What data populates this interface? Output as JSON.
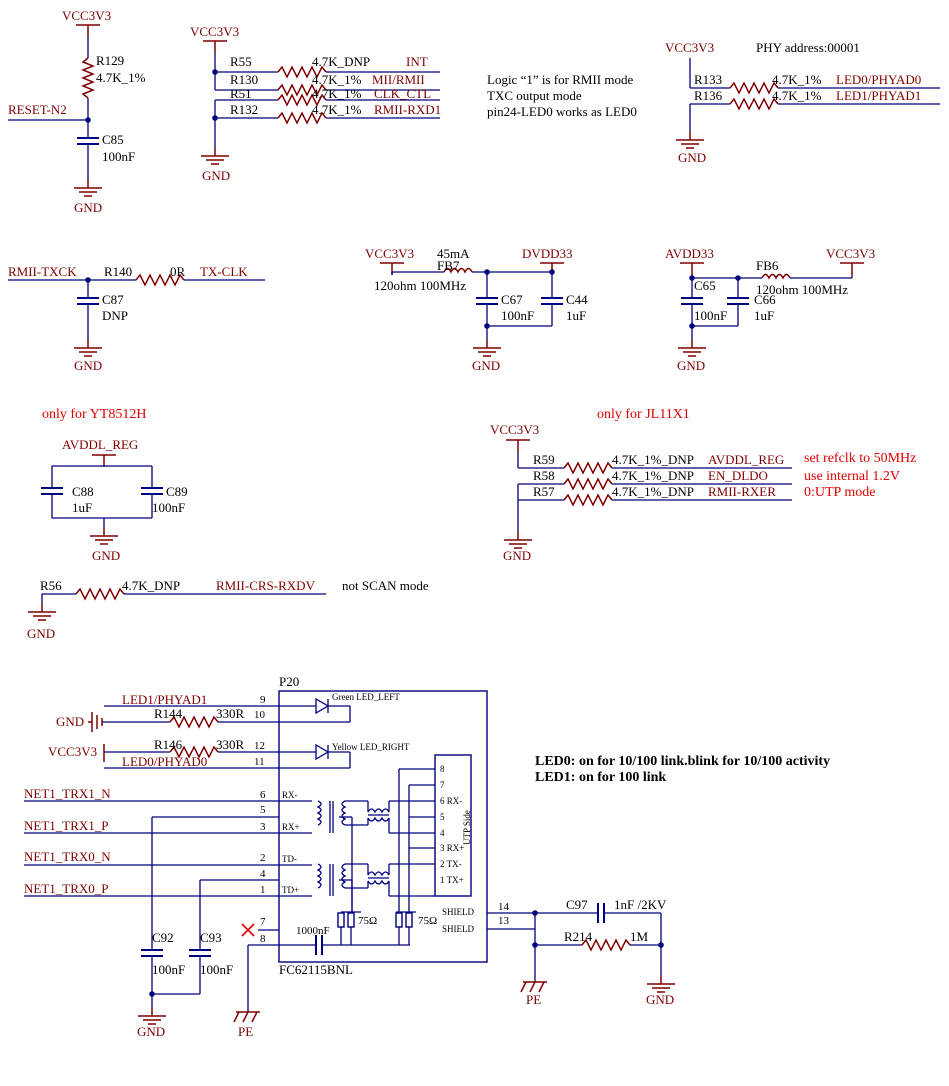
{
  "nets": {
    "vcc3v3": "VCC3V3",
    "gnd": "GND",
    "pe": "PE",
    "dvdd33": "DVDD33",
    "avdd33": "AVDD33",
    "avddl_reg": "AVDDL_REG",
    "reset_n2": "RESET-N2",
    "int": "INT",
    "mii_rmii": "MII/RMII",
    "clk_ctl": "CLK_CTL",
    "rmii_rxd1": "RMII-RXD1",
    "led0_phyad0": "LED0/PHYAD0",
    "led1_phyad1": "LED1/PHYAD1",
    "rmii_txck": "RMII-TXCK",
    "tx_clk": "TX-CLK",
    "avddl_reg_net": "AVDDL_REG",
    "en_dldo": "EN_DLDO",
    "rmii_rxer": "RMII-RXER",
    "rmii_crs_rxdv": "RMII-CRS-RXDV",
    "net1_trx1_n": "NET1_TRX1_N",
    "net1_trx1_p": "NET1_TRX1_P",
    "net1_trx0_n": "NET1_TRX0_N",
    "net1_trx0_p": "NET1_TRX0_P"
  },
  "resistors": {
    "r129": {
      "ref": "R129",
      "value": "4.7K_1%"
    },
    "r55": {
      "ref": "R55",
      "value": "4.7K_DNP"
    },
    "r130": {
      "ref": "R130",
      "value": "4.7K_1%"
    },
    "r51": {
      "ref": "R51",
      "value": "4.7K_1%"
    },
    "r132": {
      "ref": "R132",
      "value": "4.7K_1%"
    },
    "r133": {
      "ref": "R133",
      "value": "4.7K_1%"
    },
    "r136": {
      "ref": "R136",
      "value": "4.7K_1%"
    },
    "r140": {
      "ref": "R140",
      "value": "0R"
    },
    "r59": {
      "ref": "R59",
      "value": "4.7K_1%_DNP"
    },
    "r58": {
      "ref": "R58",
      "value": "4.7K_1%_DNP"
    },
    "r57": {
      "ref": "R57",
      "value": "4.7K_1%_DNP"
    },
    "r56": {
      "ref": "R56",
      "value": "4.7K_DNP"
    },
    "r144": {
      "ref": "R144",
      "value": "330R"
    },
    "r146": {
      "ref": "R146",
      "value": "330R"
    },
    "r214": {
      "ref": "R214",
      "value": "1M"
    }
  },
  "capacitors": {
    "c85": {
      "ref": "C85",
      "value": "100nF"
    },
    "c87": {
      "ref": "C87",
      "value": "DNP"
    },
    "c67": {
      "ref": "C67",
      "value": "100nF"
    },
    "c44": {
      "ref": "C44",
      "value": "1uF"
    },
    "c65": {
      "ref": "C65",
      "value": "100nF"
    },
    "c66": {
      "ref": "C66",
      "value": "1uF"
    },
    "c88": {
      "ref": "C88",
      "value": "1uF"
    },
    "c89": {
      "ref": "C89",
      "value": "100nF"
    },
    "c92": {
      "ref": "C92",
      "value": "100nF"
    },
    "c93": {
      "ref": "C93",
      "value": "100nF"
    },
    "c97": {
      "ref": "C97",
      "value": "1nF /2KV"
    }
  },
  "ferrites": {
    "fb7": {
      "ref": "FB7",
      "value": "120ohm 100MHz",
      "current": "45mA"
    },
    "fb6": {
      "ref": "FB6",
      "value": "120ohm 100MHz"
    }
  },
  "notes": {
    "phy_address": "PHY address:00001",
    "logic_1": "Logic “1” is for RMII mode",
    "txc_output": "TXC output mode",
    "pin24": "pin24-LED0 works as LED0",
    "only_yt8512h": "only for YT8512H",
    "only_jl11x1": "only for JL11X1",
    "set_refclk": "set refclk to 50MHz",
    "use_internal": "use internal 1.2V",
    "utp_mode": "0:UTP mode",
    "not_scan": "not SCAN mode",
    "led0_desc": "LED0: on for 10/100 link.blink for 10/100 activity",
    "led1_desc": "LED1: on for 100 link"
  },
  "connector": {
    "ref": "P20",
    "part": "FC62115BNL",
    "green_led": "Green LED_LEFT",
    "yellow_led": "Yellow LED_RIGHT",
    "utp_side": "UTP Side",
    "internal_cap": "1000nF",
    "internal_res": "75Ω",
    "pin_labels": {
      "rxm": "RX-",
      "rxp": "RX+",
      "tdm": "TD-",
      "tdp": "TD+",
      "shield": "SHIELD",
      "u6": "6 RX-",
      "u3": "3 RX+",
      "u2": "2 TX-",
      "u1": "1 TX+",
      "u8": "8",
      "u7": "7",
      "u5": "5",
      "u4": "4"
    },
    "pins": {
      "p9": "9",
      "p10": "10",
      "p12": "12",
      "p11": "11",
      "p6": "6",
      "p5": "5",
      "p3": "3",
      "p2": "2",
      "p4": "4",
      "p1": "1",
      "p7": "7",
      "p8": "8",
      "p14": "14",
      "p13": "13"
    }
  },
  "colors": {
    "wire": "#00007f",
    "part": "#7f0000",
    "note": "#e00000"
  }
}
